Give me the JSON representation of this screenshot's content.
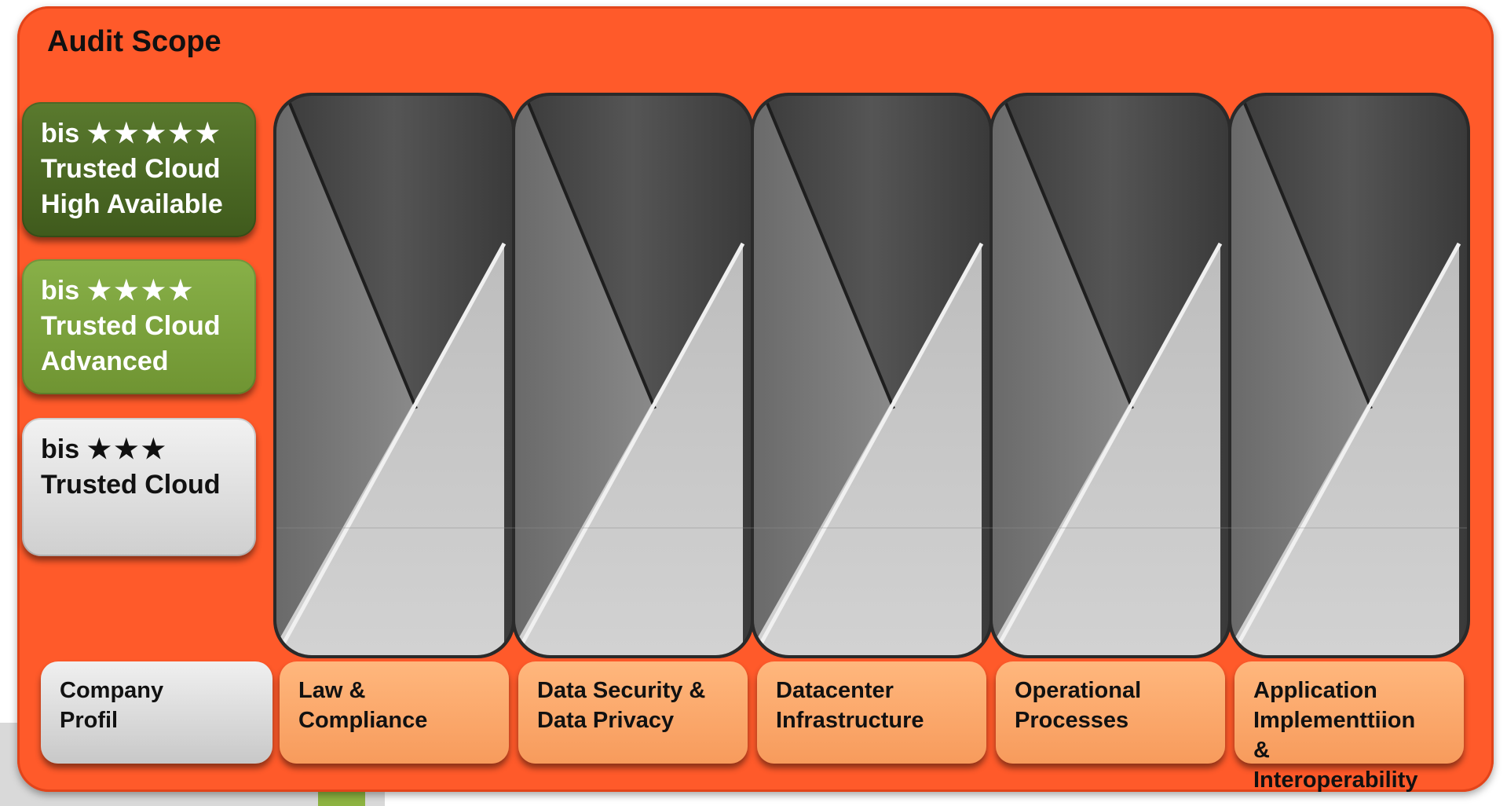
{
  "title": "Audit Scope",
  "levels": [
    {
      "id": "l5",
      "prefix": "bis",
      "stars": "★★★★★",
      "lines": [
        "Trusted Cloud",
        "High Available"
      ],
      "color": "#4b6a24"
    },
    {
      "id": "l4",
      "prefix": "bis",
      "stars": "★★★★",
      "lines": [
        "Trusted Cloud",
        "Advanced"
      ],
      "color": "#7aa23b"
    },
    {
      "id": "l3",
      "prefix": "bis",
      "stars": "★★★",
      "lines": [
        "Trusted Cloud"
      ],
      "color": "#dcdcdc"
    }
  ],
  "categories": [
    {
      "id": "company",
      "lines": [
        "Company",
        "Profil"
      ]
    },
    {
      "id": "law",
      "lines": [
        "Law &",
        "Compliance"
      ]
    },
    {
      "id": "security",
      "lines": [
        "Data Security &",
        "Data Privacy"
      ]
    },
    {
      "id": "datacenter",
      "lines": [
        "Datacenter",
        "Infrastructure"
      ]
    },
    {
      "id": "operations",
      "lines": [
        "Operational",
        "Processes"
      ]
    },
    {
      "id": "application",
      "lines": [
        "Application",
        "Implementtiion",
        "&",
        "Interoperability"
      ]
    }
  ],
  "colors": {
    "frame": "#ff5a2a",
    "category": "#f9a66a",
    "column_dark": "#4a4a4a",
    "column_mid": "#7c7c7c",
    "column_light": "#cbcbcb"
  }
}
